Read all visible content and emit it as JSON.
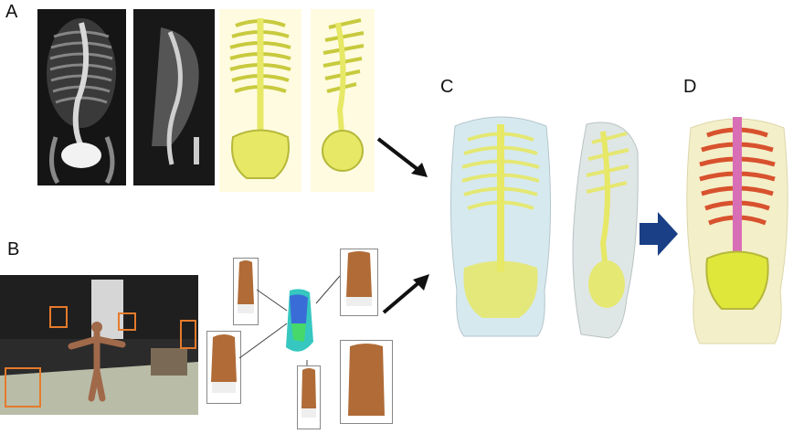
{
  "labels": {
    "a": "A",
    "b": "B",
    "c": "C",
    "d": "D"
  },
  "colors": {
    "bone": "#e6e866",
    "bone_dark": "#b6b83a",
    "spine_red": "#d8522e",
    "spine_pink": "#d86fb6",
    "arrow_black": "#111111",
    "arrow_blue": "#1a3f86",
    "skin": "#f3efc9",
    "torso_blue": "#cfe6ee"
  },
  "icons": {
    "arrow1": "arrow-right-down-icon",
    "arrow2": "arrow-right-up-icon",
    "arrow3": "arrow-right-icon"
  }
}
